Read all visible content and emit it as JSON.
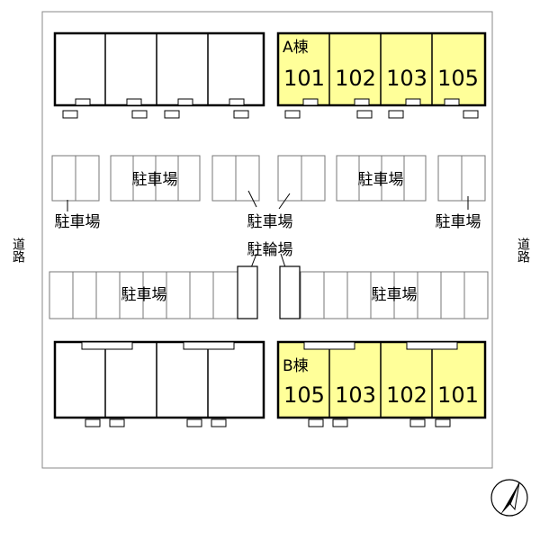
{
  "road_label": "道路",
  "parking_label": "駐車場",
  "bicycle_label": "駐輪場",
  "building_a": {
    "label": "A棟",
    "units": [
      "101",
      "102",
      "103",
      "105"
    ]
  },
  "building_b": {
    "label": "B棟",
    "units": [
      "105",
      "103",
      "102",
      "101"
    ]
  },
  "colors": {
    "highlight": "#ffff99",
    "line": "#000000",
    "background": "#ffffff"
  },
  "compass": {
    "icon": "north-arrow-icon"
  }
}
